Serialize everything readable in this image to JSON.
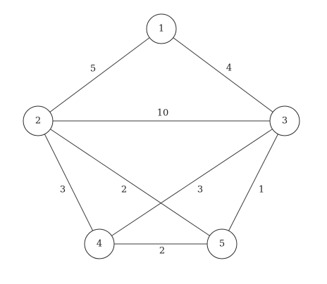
{
  "nodes": [
    {
      "id": "1",
      "label": "1"
    },
    {
      "id": "2",
      "label": "2"
    },
    {
      "id": "3",
      "label": "3"
    },
    {
      "id": "4",
      "label": "4"
    },
    {
      "id": "5",
      "label": "5"
    }
  ],
  "edges": [
    {
      "from": "1",
      "to": "2",
      "weight": "5"
    },
    {
      "from": "1",
      "to": "3",
      "weight": "4"
    },
    {
      "from": "2",
      "to": "3",
      "weight": "10"
    },
    {
      "from": "2",
      "to": "4",
      "weight": "3"
    },
    {
      "from": "2",
      "to": "5",
      "weight": "2"
    },
    {
      "from": "3",
      "to": "4",
      "weight": "3"
    },
    {
      "from": "3",
      "to": "5",
      "weight": "1"
    },
    {
      "from": "4",
      "to": "5",
      "weight": "2"
    }
  ]
}
